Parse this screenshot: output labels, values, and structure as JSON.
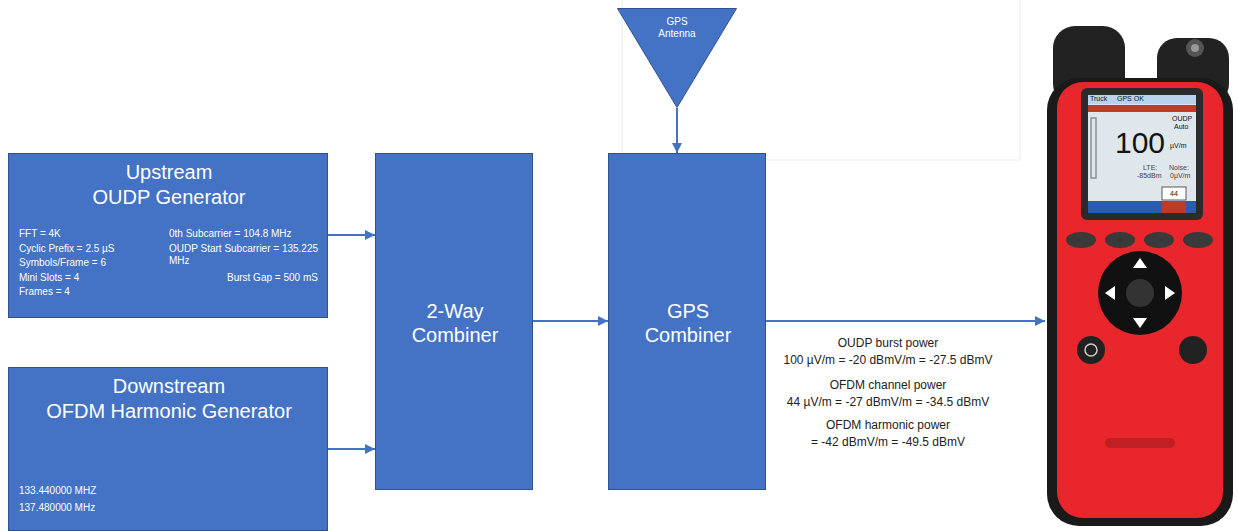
{
  "diagram": {
    "nodes": [
      {
        "text": [
          "Upstream",
          "OUDP Generator",
          "FFT = 4K",
          "Cyclic Prefix = 2.5 µS",
          "Symbols/Frame = 6",
          "Mini Slots = 4",
          "Frames = 4",
          "0th Subcarrier = 104.8 MHz",
          "OUDP Start Subcarrier = 135.225 MHz",
          "Burst Gap = 500 mS"
        ]
      },
      {
        "text": [
          "Downstream",
          "OFDM Harmonic Generator",
          "133.440000 MHZ",
          "137.480000 MHz"
        ]
      },
      {
        "text": [
          "2-Way Combiner"
        ]
      },
      {
        "text": [
          "GPS Combiner"
        ]
      },
      {
        "text": [
          "GPS Antenna"
        ]
      },
      {
        "text": [
          "Truck",
          "GPS OK",
          "OUDP",
          "Auto",
          "100",
          "µV/m",
          "LTE:",
          "-85dBm",
          "Noise:",
          "0µV/m",
          "44"
        ]
      }
    ],
    "edges": [
      {
        "from": 0,
        "to": 2,
        "arrow": "to"
      },
      {
        "from": 1,
        "to": 2,
        "arrow": "to"
      },
      {
        "from": 2,
        "to": 3,
        "arrow": "to"
      },
      {
        "from": 4,
        "to": 3,
        "arrow": "to"
      },
      {
        "from": 3,
        "to": 5,
        "arrow": "to"
      }
    ],
    "labels": [
      "OUDP burst power",
      "100 µV/m = -20 dBmV/m = -27.5 dBmV",
      "OFDM channel power",
      "44 µV/m = -27 dBmV/m = -34.5 dBmV",
      "OFDM harmonic power",
      "= -42 dBmV/m = -49.5 dBmV"
    ]
  }
}
